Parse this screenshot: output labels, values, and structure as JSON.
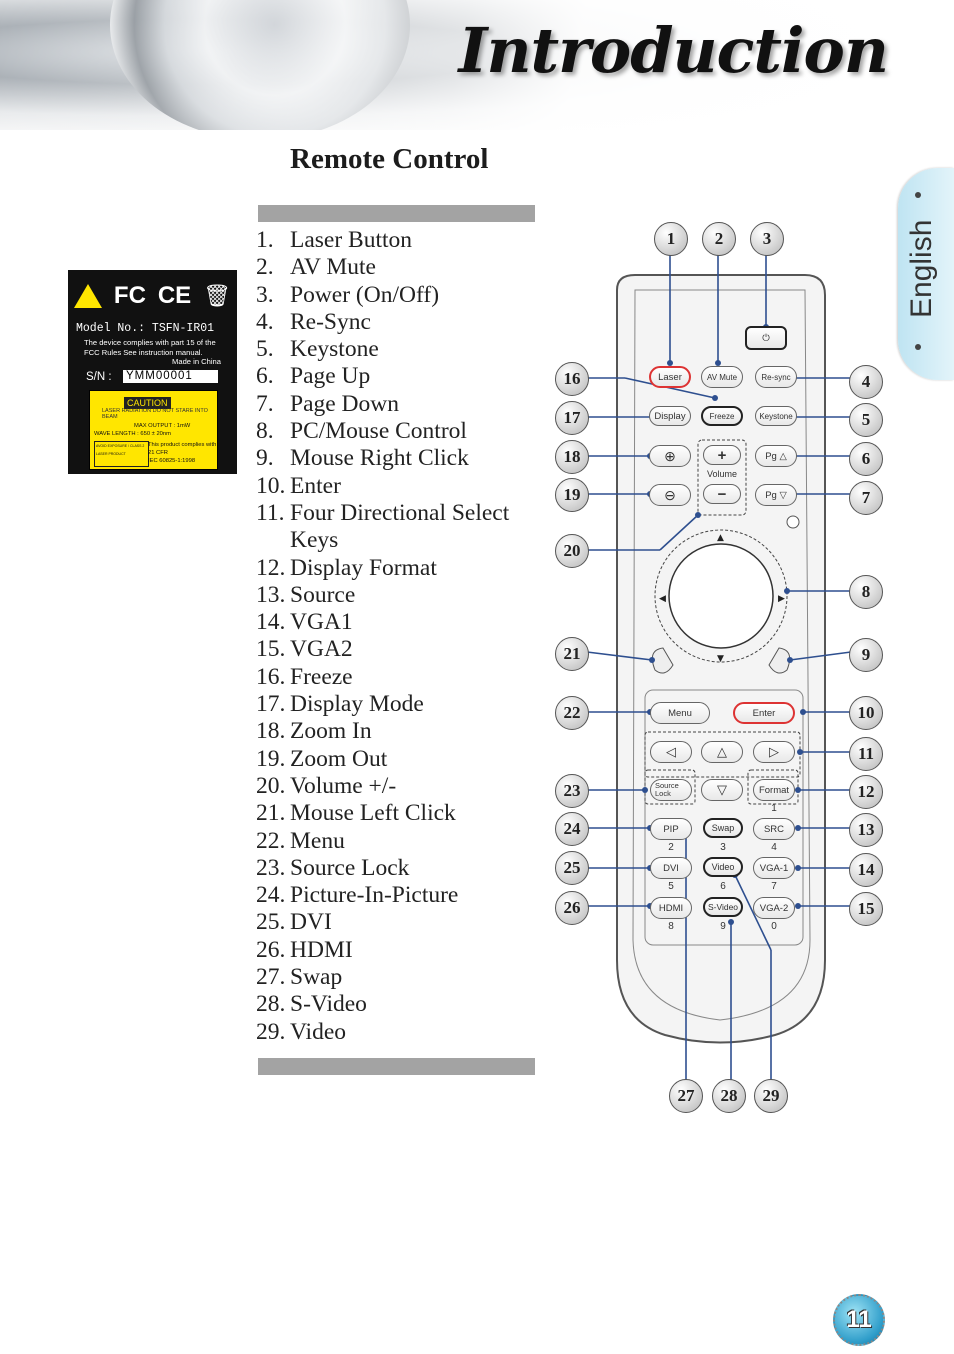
{
  "header": {
    "title": "Introduction"
  },
  "section": {
    "title": "Remote Control"
  },
  "side_tab": {
    "label": "English"
  },
  "page_number": "11",
  "features": [
    {
      "num": "1.",
      "text": "Laser Button"
    },
    {
      "num": "2.",
      "text": "AV Mute"
    },
    {
      "num": "3.",
      "text": "Power (On/Off)"
    },
    {
      "num": "4.",
      "text": "Re-Sync"
    },
    {
      "num": "5.",
      "text": "Keystone"
    },
    {
      "num": "6.",
      "text": "Page Up"
    },
    {
      "num": "7.",
      "text": "Page Down"
    },
    {
      "num": "8.",
      "text": "PC/Mouse Control"
    },
    {
      "num": "9.",
      "text": "Mouse Right Click"
    },
    {
      "num": "10.",
      "text": "Enter"
    },
    {
      "num": "11.",
      "text": "Four Directional Select Keys"
    },
    {
      "num": "12.",
      "text": "Display Format"
    },
    {
      "num": "13.",
      "text": "Source"
    },
    {
      "num": "14.",
      "text": "VGA1"
    },
    {
      "num": "15.",
      "text": "VGA2"
    },
    {
      "num": "16.",
      "text": "Freeze"
    },
    {
      "num": "17.",
      "text": "Display Mode"
    },
    {
      "num": "18.",
      "text": "Zoom In"
    },
    {
      "num": "19.",
      "text": "Zoom Out"
    },
    {
      "num": "20.",
      "text": "Volume +/-"
    },
    {
      "num": "21.",
      "text": "Mouse Left Click"
    },
    {
      "num": "22.",
      "text": "Menu"
    },
    {
      "num": "23.",
      "text": "Source Lock"
    },
    {
      "num": "24.",
      "text": "Picture-In-Picture"
    },
    {
      "num": "25.",
      "text": "DVI"
    },
    {
      "num": "26.",
      "text": "HDMI"
    },
    {
      "num": "27.",
      "text": "Swap"
    },
    {
      "num": "28.",
      "text": "S-Video"
    },
    {
      "num": "29.",
      "text": "Video"
    }
  ],
  "product_label": {
    "fcc": "FC",
    "ce": "CE",
    "model": "Model No.: TSFN-IR01",
    "compliance": "The device complies with part 15 of the FCC Rules See instruction manual.",
    "made_in": "Made in China",
    "sn_label": "S/N :",
    "sn_value": "YMM00001",
    "caution": "CAUTION",
    "laser_radiation": "LASER RADIATION DO NOT STARE INTO BEAM",
    "max_output": "MAX OUTPUT : 1mW",
    "wavelength": "WAVE LENGTH : 650 ± 20nm",
    "class_text": "AVOID EXPOSURE / CLASS 2 LASER PRODUCT",
    "complies": "This product complies with 21 CFR",
    "iec": "IEC 60825-1:1998"
  },
  "remote": {
    "buttons": {
      "laser": "Laser",
      "av_mute": "AV Mute",
      "resync": "Re-sync",
      "display": "Display",
      "freeze": "Freeze",
      "keystone": "Keystone",
      "vol_plus": "+",
      "vol_minus": "−",
      "volume": "Volume",
      "pg_up": "Pg △",
      "pg_down": "Pg ▽",
      "menu": "Menu",
      "enter": "Enter",
      "source_lock": "Source Lock",
      "format": "Format",
      "pip": "PIP",
      "swap": "Swap",
      "src": "SRC",
      "dvi": "DVI",
      "video": "Video",
      "vga1": "VGA-1",
      "hdmi": "HDMI",
      "svideo": "S-Video",
      "vga2": "VGA-2"
    },
    "digits": {
      "format": "1",
      "pip": "2",
      "swap": "3",
      "src": "4",
      "dvi": "5",
      "video": "6",
      "vga1": "7",
      "hdmi": "8",
      "svideo": "9",
      "vga2": "0"
    },
    "callouts": [
      "1",
      "2",
      "3",
      "4",
      "5",
      "6",
      "7",
      "8",
      "9",
      "10",
      "11",
      "12",
      "13",
      "14",
      "15",
      "16",
      "17",
      "18",
      "19",
      "20",
      "21",
      "22",
      "23",
      "24",
      "25",
      "26",
      "27",
      "28",
      "29"
    ]
  }
}
